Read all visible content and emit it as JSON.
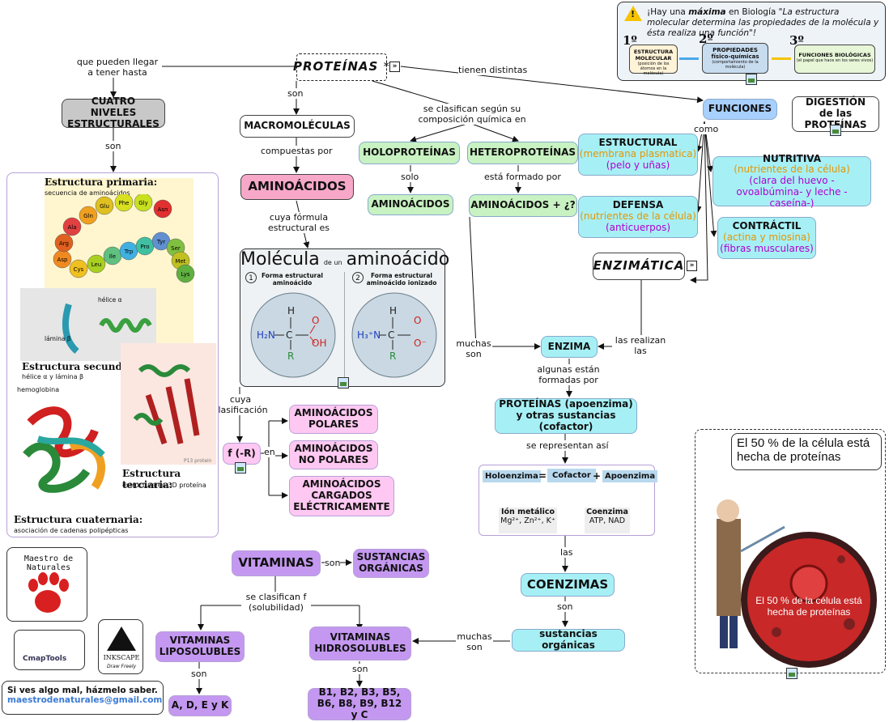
{
  "nodes": {
    "proteinas": "PROTEÍNAS",
    "proteinas_star": "*",
    "cuatro_niveles": "CUATRO NIVELES ESTRUCTURALES",
    "macromoleculas": "MACROMOLÉCULAS",
    "aminoacidos": "AMINOÁCIDOS",
    "holoproteinas": "HOLOPROTEÍNAS",
    "heteroproteinas": "HETEROPROTEÍNAS",
    "aminoacidos_holo": "AMINOÁCIDOS",
    "aminoacidos_mas": "AMINOÁCIDOS + ¿?",
    "funciones": "FUNCIONES",
    "digestion": "DIGESTIÓN de las PROTEÍNAS",
    "estructural": {
      "title": "ESTRUCTURAL",
      "sub1": "(membrana plasmatica)",
      "sub2": "(pelo y uñas)"
    },
    "nutritiva": {
      "title": "NUTRITIVA",
      "sub1": "(nutrientes de la célula)",
      "sub2": "(clara del huevo -ovoalbúmina- y leche -caseína-)"
    },
    "defensa": {
      "title": "DEFENSA",
      "sub1": "(nutrientes de la célula)",
      "sub2": "(anticuerpos)"
    },
    "contractil": {
      "title": "CONTRÁCTIL",
      "sub1": "(actina y miosina)",
      "sub2": "(fibras musculares)"
    },
    "enzimatica": "ENZIMÁTICA",
    "enzima": "ENZIMA",
    "apoenzima": "PROTEÍNAS (apoenzima) y otras sustancias (cofactor)",
    "coenzimas": "COENZIMAS",
    "sust_organicas": "sustancias orgánicas",
    "f_r": "f (-R)",
    "polares": "AMINOÁCIDOS POLARES",
    "no_polares": "AMINOÁCIDOS NO POLARES",
    "cargados": "AMINOÁCIDOS CARGADOS ELÉCTRICAMENTE",
    "vitaminas": "VITAMINAS",
    "sust_organicas_vit": "SUSTANCIAS ORGÁNICAS",
    "liposolubles": "VITAMINAS LIPOSOLUBLES",
    "hidrosolubles": "VITAMINAS HIDROSOLUBLES",
    "ade_k": "A, D, E y K",
    "b_list": "B1, B2, B3, B5, B6, B8, B9, B12 y C"
  },
  "links": {
    "que_pueden": "que pueden llegar a tener hasta",
    "tienen_distintas": "tienen distintas",
    "son_macro": "son",
    "son_niveles": "son",
    "se_clasifican": "se clasifican según su composición química en",
    "compuestas_por": "compuestas por",
    "solo": "solo",
    "esta_formado": "está formado por",
    "como": "como",
    "cuya_formula": "cuya fórmula estructural es",
    "cuya_clasificacion": "cuya clasificación",
    "en": "en",
    "muchas_son": "muchas son",
    "las_realizan": "las realizan las",
    "algunas_estan": "algunas están formadas por",
    "se_representan": "se representan así",
    "las": "las",
    "son_coenz": "son",
    "muchas_son2": "muchas son",
    "son_vit": "son",
    "se_clasifican_vit": "se clasifican f (solubilidad)",
    "son_lipo": "son",
    "son_hidro": "son"
  },
  "niveles": {
    "primaria": "Estructura primaria:",
    "primaria_sub": "secuencia de aminoácidos",
    "secundaria": "Estructura secundaria:",
    "secundaria_sub": "hélice α y lámina β",
    "helice": "hélice α",
    "lamina": "lámina β",
    "terciaria": "Estructura terciaria:",
    "terciaria_sub": "estructura en 3D proteína",
    "cuaternaria": "Estructura cuaternaria:",
    "cuaternaria_sub": "asociación de cadenas polipépticas",
    "hemoglobina": "hemoglobina",
    "p13": "P13 protein",
    "beads": [
      "Asp",
      "Cys",
      "Leu",
      "Ile",
      "Trp",
      "Pro",
      "Tyr",
      "Ser",
      "Met",
      "Lys",
      "Arg",
      "Ala",
      "Gln",
      "Glu",
      "Phe",
      "Gly",
      "Asn"
    ]
  },
  "molecula": {
    "title_a": "Molécula",
    "title_de": "de un",
    "title_b": "aminoácido",
    "n1": "1",
    "cap1": "Forma estructural aminoácido",
    "n2": "2",
    "cap2": "Forma estructural aminoácido ionizado"
  },
  "banner": {
    "text_pre": "¡Hay una",
    "text_max": "máxima",
    "text_mid": "en Biología",
    "quote": "\"La estructura molecular determina las propiedades de la molécula y ésta realiza una función\"!",
    "n1": "1º",
    "n2": "2º",
    "n3": "3º",
    "box1": "ESTRUCTURA MOLECULAR",
    "box1_sub": "(posición de los átomos en la molécula)",
    "box2": "PROPIEDADES físico-químicas",
    "box2_sub": "(comportamiento de la molécula)",
    "box3": "FUNCIONES BIOLÓGICAS",
    "box3_sub": "(el papel que hace en los seres vivos)"
  },
  "enzima_scheme": {
    "holoenzima": "Holoenzima",
    "eq": "=",
    "cofactor": "Cofactor",
    "plus": "+",
    "apoenzima": "Apoenzima",
    "ion": "Ión metálico",
    "ion_ex": "Mg²⁺, Zn²⁺, K⁺",
    "coenzima": "Coenzima",
    "coenzima_ex": "ATP, NAD"
  },
  "character": {
    "bubble": "El 50 % de la célula está hecha de proteínas",
    "cell_text": "El 50 % de la célula está hecha de proteínas"
  },
  "footer": {
    "note": "Si ves algo mal, házmelo saber.",
    "email": "maestrodenaturales@gmail.com",
    "logo_text": "Maestro de Naturales",
    "cmaptools": "CmapTools",
    "inkscape": "INKSCAPE",
    "inkscape_sub": "Draw Freely"
  },
  "colors": {
    "gray": "#c8c8c8",
    "pink": "#f7a8c8",
    "green": "#c8f2c2",
    "blue": "#a8d0ff",
    "cyan": "#a6f0f5",
    "light_pink": "#ffc8f2",
    "purple": "#c498f0",
    "orange_text": "#e69500",
    "purple_text": "#b000d0"
  }
}
